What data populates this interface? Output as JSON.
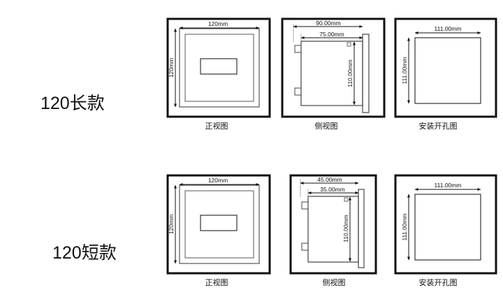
{
  "rows": [
    {
      "title": "120长款",
      "front": {
        "width_label": "120mm",
        "height_label": "120mm",
        "caption": "正视图"
      },
      "side": {
        "total_label": "90.00mm",
        "depth_label": "75.00mm",
        "height_label": "110.00mm",
        "caption": "侧视图"
      },
      "cutout": {
        "width_label": "111.00mm",
        "height_label": "111.00mm",
        "caption": "安装开孔图"
      }
    },
    {
      "title": "120短款",
      "front": {
        "width_label": "120mm",
        "height_label": "120mm",
        "caption": "正视图"
      },
      "side": {
        "total_label": "45.00mm",
        "depth_label": "35.00mm",
        "height_label": "110.00mm",
        "caption": "侧视图"
      },
      "cutout": {
        "width_label": "111.00mm",
        "height_label": "111.00mm",
        "caption": "安装开孔图"
      }
    }
  ]
}
